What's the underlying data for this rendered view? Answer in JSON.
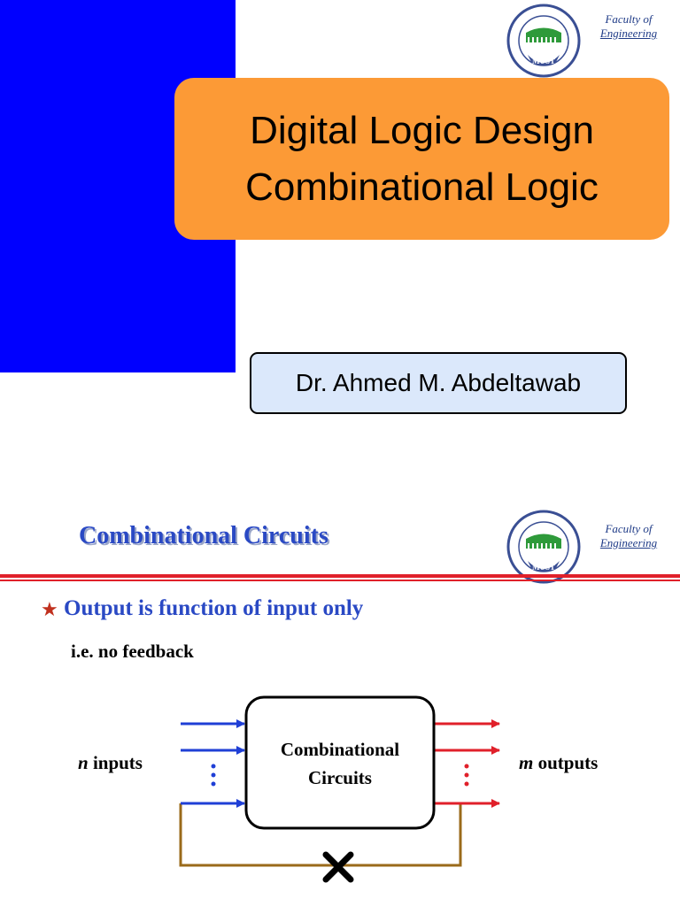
{
  "slide1": {
    "title_lines": [
      "Digital Logic Design",
      "Combinational Logic"
    ],
    "author": "Dr. Ahmed M. Abdeltawab",
    "faculty_line1": "Faculty of",
    "faculty_line2": "Engineering",
    "logo_text": "MUST"
  },
  "slide2": {
    "title": "Combinational Circuits",
    "faculty_line1": "Faculty of",
    "faculty_line2": "Engineering",
    "logo_text": "MUST",
    "bullet_icon": "star-icon",
    "bullet": "Output is function of input only",
    "sub": "i.e. no feedback",
    "diagram": {
      "box_line1": "Combinational",
      "box_line2": "Circuits",
      "inputs_var": "n",
      "inputs_word": " inputs",
      "outputs_var": "m",
      "outputs_word": " outputs"
    }
  },
  "colors": {
    "blue_block": "#0000ff",
    "title_box": "#fc9a36",
    "author_box": "#dbe8fb",
    "heading_blue": "#2a49c4",
    "rule_red": "#e0202a",
    "input_arrow": "#1f3fd6",
    "output_arrow": "#e0202a",
    "feedback_line": "#9a6a1a"
  }
}
